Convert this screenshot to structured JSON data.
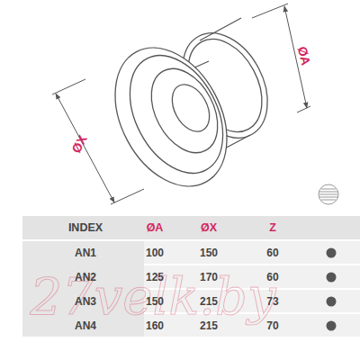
{
  "diagram": {
    "labels": [
      "ØX",
      "ØA",
      "INDEX",
      "ØA",
      "ØX",
      "Z",
      "AN1",
      "100",
      "150",
      "60",
      "AN2",
      "125",
      "170",
      "60",
      "AN3",
      "150",
      "215",
      "73",
      "AN4",
      "160",
      "215",
      "70",
      "27velk.by"
    ]
  }
}
